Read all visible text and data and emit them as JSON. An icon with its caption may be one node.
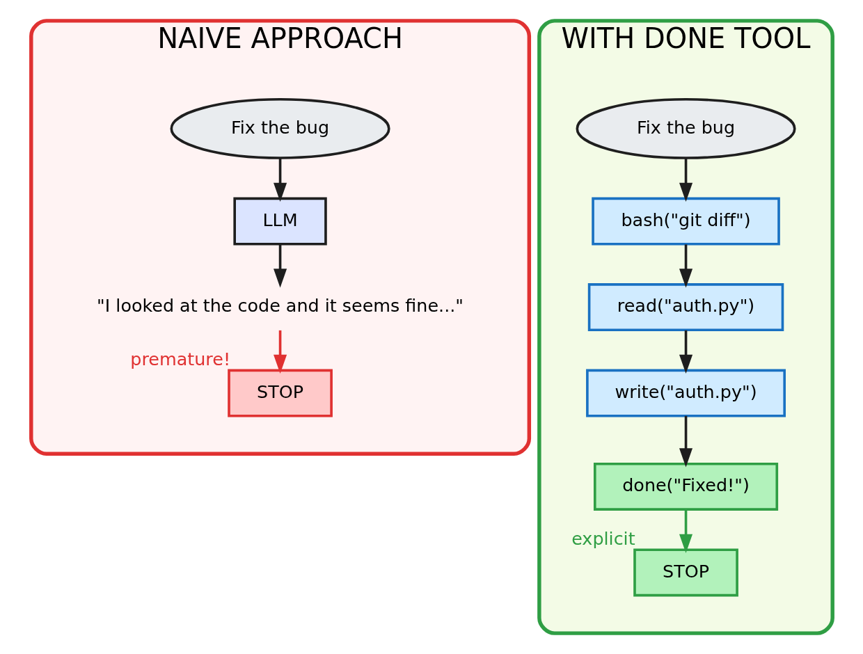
{
  "diagram": {
    "nodes": [
      {
        "text": [
          "NAIVE APPROACH"
        ]
      },
      {
        "text": [
          "Fix the bug"
        ],
        "in": 0
      },
      {
        "text": [
          "LLM"
        ],
        "in": 0
      },
      {
        "text": [
          "\"I looked at the code and it seems fine...\""
        ],
        "in": 0
      },
      {
        "text": [
          "STOP"
        ],
        "in": 0,
        "beside": [
          "premature!"
        ]
      },
      {
        "text": [
          "WITH DONE TOOL"
        ]
      },
      {
        "text": [
          "Fix the bug"
        ],
        "in": 5
      },
      {
        "text": [
          "bash(\"git diff\")"
        ],
        "in": 5
      },
      {
        "text": [
          "read(\"auth.py\")"
        ],
        "in": 5
      },
      {
        "text": [
          "write(\"auth.py\")"
        ],
        "in": 5
      },
      {
        "text": [
          "done(\"Fixed!\")"
        ],
        "in": 5
      },
      {
        "text": [
          "STOP"
        ],
        "in": 5,
        "beside": [
          "explicit"
        ]
      }
    ],
    "edges": [
      {
        "from": 1,
        "to": 2,
        "arrow": "to"
      },
      {
        "from": 2,
        "to": 3,
        "arrow": "to"
      },
      {
        "from": 3,
        "to": 4,
        "arrow": "to",
        "color": "#e03131"
      },
      {
        "from": 6,
        "to": 7,
        "arrow": "to"
      },
      {
        "from": 7,
        "to": 8,
        "arrow": "to"
      },
      {
        "from": 8,
        "to": 9,
        "arrow": "to"
      },
      {
        "from": 9,
        "to": 10,
        "arrow": "to"
      },
      {
        "from": 10,
        "to": 11,
        "arrow": "to",
        "color": "#2f9e44"
      }
    ]
  }
}
